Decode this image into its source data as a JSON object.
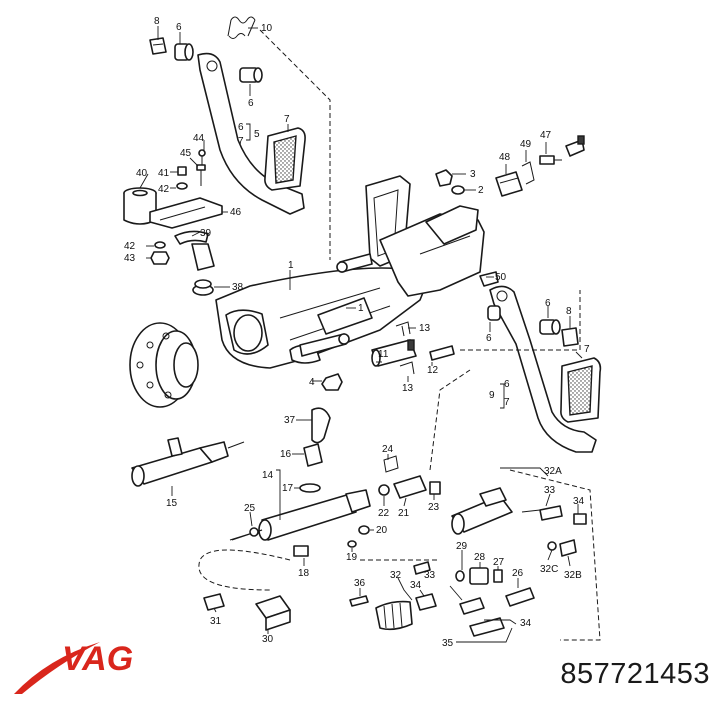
{
  "brand": {
    "name": "VAG",
    "color": "#d9261c"
  },
  "part_number": "857721453",
  "callouts": [
    {
      "id": "c-8a",
      "text": "8"
    },
    {
      "id": "c-6a",
      "text": "6"
    },
    {
      "id": "c-10",
      "text": "10"
    },
    {
      "id": "c-6b",
      "text": "6"
    },
    {
      "id": "c-7a",
      "text": "7"
    },
    {
      "id": "c-6c",
      "text": "6"
    },
    {
      "id": "c-7b",
      "text": "7"
    },
    {
      "id": "c-5",
      "text": "5"
    },
    {
      "id": "c-44",
      "text": "44"
    },
    {
      "id": "c-45",
      "text": "45"
    },
    {
      "id": "c-40",
      "text": "40"
    },
    {
      "id": "c-41",
      "text": "41"
    },
    {
      "id": "c-42a",
      "text": "42"
    },
    {
      "id": "c-46",
      "text": "46"
    },
    {
      "id": "c-39",
      "text": "39"
    },
    {
      "id": "c-42b",
      "text": "42"
    },
    {
      "id": "c-43",
      "text": "43"
    },
    {
      "id": "c-38",
      "text": "38"
    },
    {
      "id": "c-1a",
      "text": "1"
    },
    {
      "id": "c-3",
      "text": "3"
    },
    {
      "id": "c-2",
      "text": "2"
    },
    {
      "id": "c-48",
      "text": "48"
    },
    {
      "id": "c-49",
      "text": "49"
    },
    {
      "id": "c-47",
      "text": "47"
    },
    {
      "id": "c-50",
      "text": "50"
    },
    {
      "id": "c-1b",
      "text": "1"
    },
    {
      "id": "c-6d",
      "text": "6"
    },
    {
      "id": "c-8b",
      "text": "8"
    },
    {
      "id": "c-6e",
      "text": "6"
    },
    {
      "id": "c-13a",
      "text": "13"
    },
    {
      "id": "c-11",
      "text": "11"
    },
    {
      "id": "c-12",
      "text": "12"
    },
    {
      "id": "c-13b",
      "text": "13"
    },
    {
      "id": "c-4",
      "text": "4"
    },
    {
      "id": "c-7c",
      "text": "7"
    },
    {
      "id": "c-9",
      "text": "9"
    },
    {
      "id": "c-6f",
      "text": "6"
    },
    {
      "id": "c-7d",
      "text": "7"
    },
    {
      "id": "c-37",
      "text": "37"
    },
    {
      "id": "c-24",
      "text": "24"
    },
    {
      "id": "c-16",
      "text": "16"
    },
    {
      "id": "c-14",
      "text": "14"
    },
    {
      "id": "c-17",
      "text": "17"
    },
    {
      "id": "c-15",
      "text": "15"
    },
    {
      "id": "c-32a",
      "text": "32A"
    },
    {
      "id": "c-33a",
      "text": "33"
    },
    {
      "id": "c-34a",
      "text": "34"
    },
    {
      "id": "c-25",
      "text": "25"
    },
    {
      "id": "c-22",
      "text": "22"
    },
    {
      "id": "c-21",
      "text": "21"
    },
    {
      "id": "c-23",
      "text": "23"
    },
    {
      "id": "c-20",
      "text": "20"
    },
    {
      "id": "c-19",
      "text": "19"
    },
    {
      "id": "c-18",
      "text": "18"
    },
    {
      "id": "c-29",
      "text": "29"
    },
    {
      "id": "c-28",
      "text": "28"
    },
    {
      "id": "c-27",
      "text": "27"
    },
    {
      "id": "c-26",
      "text": "26"
    },
    {
      "id": "c-32c",
      "text": "32C"
    },
    {
      "id": "c-32b",
      "text": "32B"
    },
    {
      "id": "c-36",
      "text": "36"
    },
    {
      "id": "c-32b2",
      "text": "32"
    },
    {
      "id": "c-33b",
      "text": "33"
    },
    {
      "id": "c-34b",
      "text": "34"
    },
    {
      "id": "c-31",
      "text": "31"
    },
    {
      "id": "c-30",
      "text": "30"
    },
    {
      "id": "c-34c",
      "text": "34"
    },
    {
      "id": "c-35",
      "text": "35"
    }
  ]
}
